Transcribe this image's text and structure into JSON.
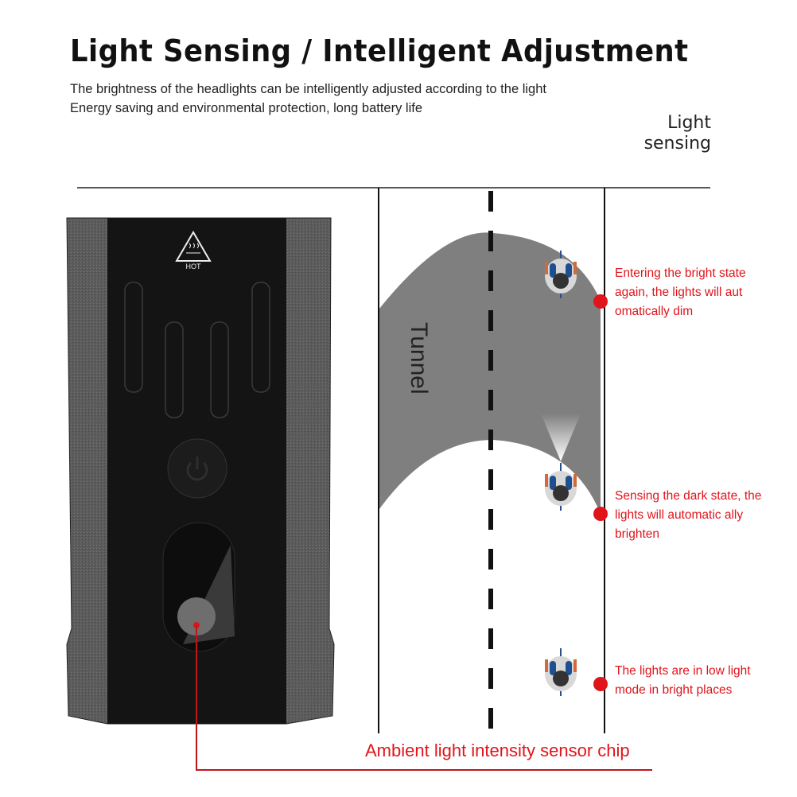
{
  "header": {
    "title": "Light Sensing / Intelligent Adjustment",
    "lines": [
      "The brightness of the headlights can be intelligently adjusted according to the light",
      "Energy saving and environmental protection, long battery life"
    ]
  },
  "diagram": {
    "label_top": [
      "Light",
      "sensing"
    ],
    "tunnel_label": "Tunnel",
    "notes": [
      "Entering the bright state again, the lights will aut omatically dim",
      "Sensing the dark state, the lights will automatic ally brighten",
      "The lights are in low light mode in bright places"
    ]
  },
  "product": {
    "warning_label": "HOT",
    "sensor_label": "Ambient light intensity sensor chip"
  },
  "colors": {
    "accent": "#e0141b",
    "tunnel": "#7f7f7f",
    "body": "#111111",
    "side": "#5a5a5a"
  }
}
